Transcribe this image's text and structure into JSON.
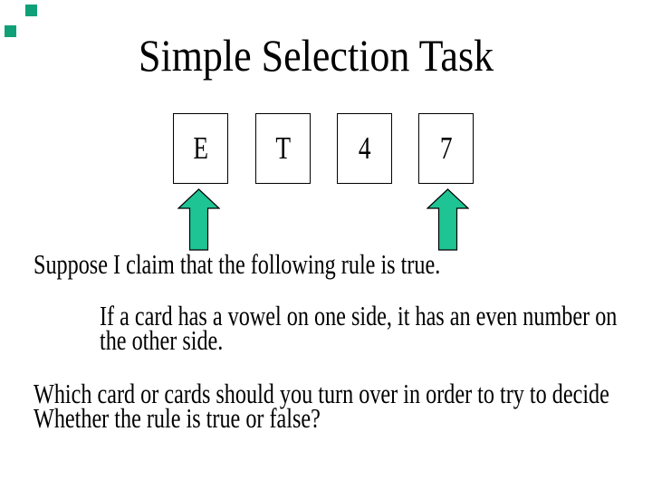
{
  "slide": {
    "title": "Simple Selection Task",
    "cards": [
      {
        "label": "E"
      },
      {
        "label": "T"
      },
      {
        "label": "4"
      },
      {
        "label": "7"
      }
    ],
    "arrows_point_to_cards": [
      "E",
      "7"
    ],
    "claim": "Suppose I claim that the following rule is true.",
    "rule": {
      "line1": "If a card has a vowel on one side, it has an even number on",
      "line2": "the other side."
    },
    "question": {
      "line1": "Which card or cards should you turn over in order to try to decide",
      "line2": "Whether the rule is true or false?"
    },
    "colors": {
      "background": "#ffffff",
      "text": "#000000",
      "card_border": "#000000",
      "arrow_fill": "#1fc494",
      "arrow_outline": "#000000",
      "corner_square": "#0fa077"
    }
  }
}
